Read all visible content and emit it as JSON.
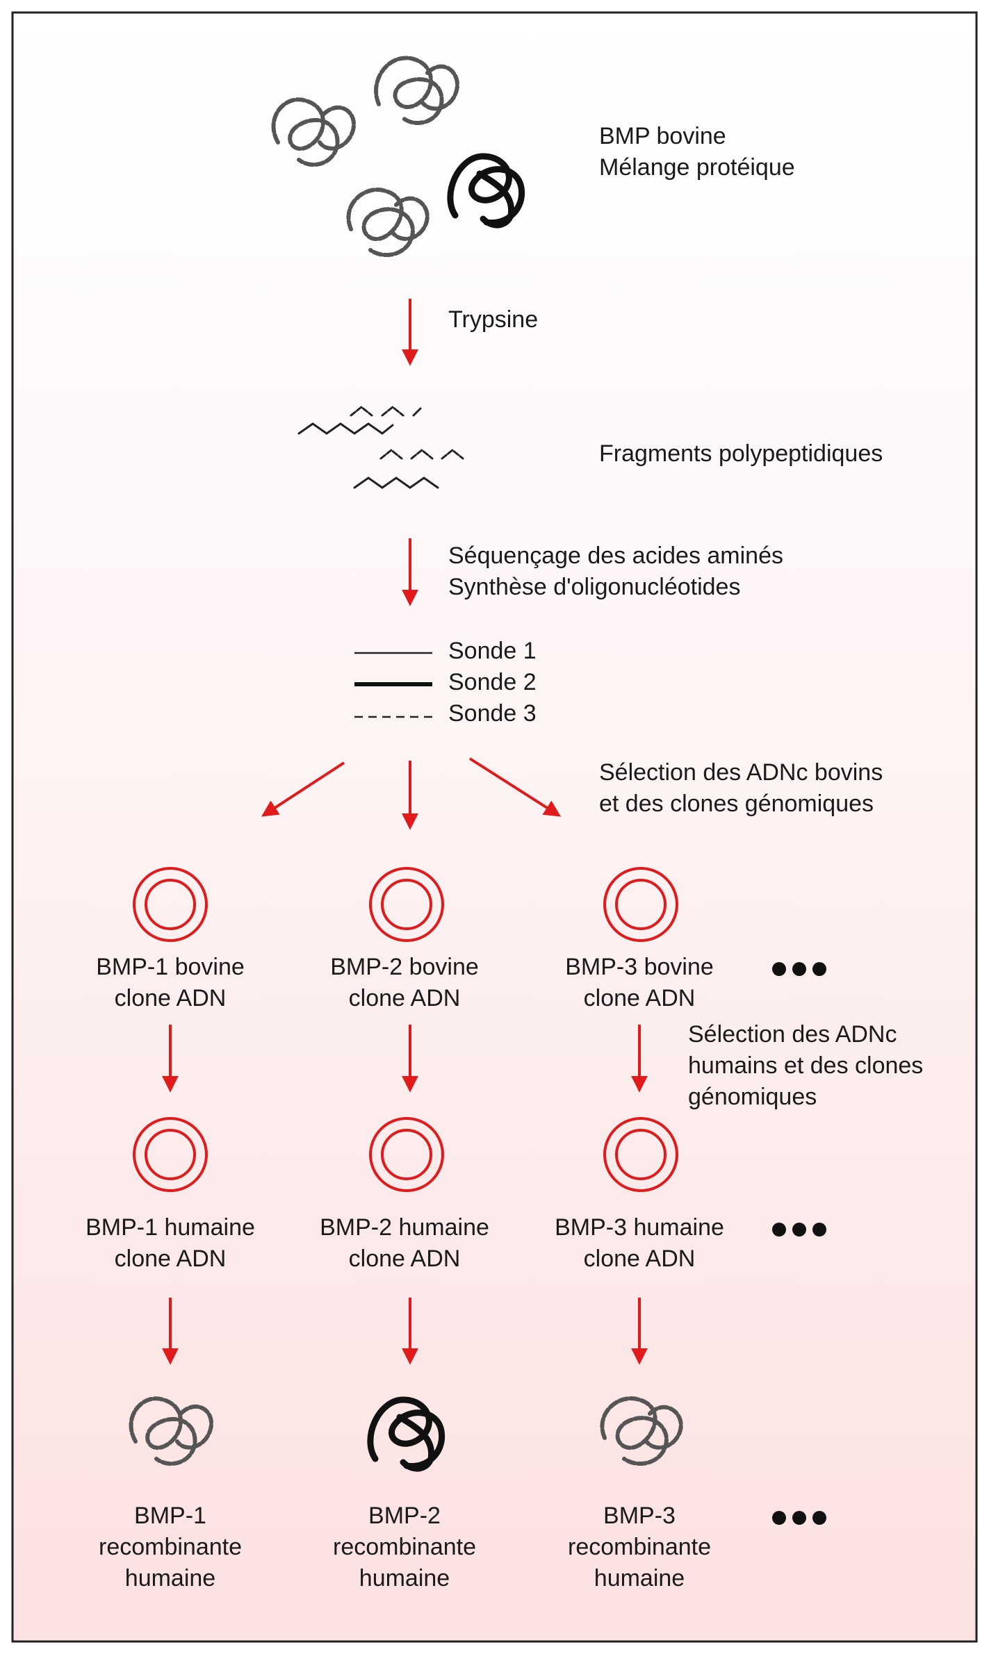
{
  "colors": {
    "arrow": "#e11b1b",
    "plasmid": "#e11b1b",
    "protein_gray": "#555555",
    "protein_black": "#111111",
    "background_top": "#ffffff",
    "background_bottom": "#fbe3e3",
    "frame": "#222222"
  },
  "top": {
    "label_line1": "BMP bovine",
    "label_line2": "Mélange protéique"
  },
  "step_trypsin": "Trypsine",
  "fragments_label": "Fragments polypeptidiques",
  "step_sequencing": {
    "line1": "Séquençage des acides aminés",
    "line2": "Synthèse d'oligonucléotides"
  },
  "probes": [
    "Sonde 1",
    "Sonde 2",
    "Sonde 3"
  ],
  "selection_bovine": {
    "line1": "Sélection des ADNc bovins",
    "line2": "et des clones génomiques"
  },
  "bovine_clones": [
    {
      "line1": "BMP-1 bovine",
      "line2": "clone ADN"
    },
    {
      "line1": "BMP-2 bovine",
      "line2": "clone ADN"
    },
    {
      "line1": "BMP-3 bovine",
      "line2": "clone ADN"
    }
  ],
  "selection_human": {
    "line1": "Sélection des ADNc",
    "line2": "humains et des clones",
    "line3": "génomiques"
  },
  "human_clones": [
    {
      "line1": "BMP-1 humaine",
      "line2": "clone ADN"
    },
    {
      "line1": "BMP-2 humaine",
      "line2": "clone ADN"
    },
    {
      "line1": "BMP-3 humaine",
      "line2": "clone ADN"
    }
  ],
  "recombinants": [
    {
      "line1": "BMP-1",
      "line2": "recombinante",
      "line3": "humaine"
    },
    {
      "line1": "BMP-2",
      "line2": "recombinante",
      "line3": "humaine"
    },
    {
      "line1": "BMP-3",
      "line2": "recombinante",
      "line3": "humaine"
    }
  ]
}
